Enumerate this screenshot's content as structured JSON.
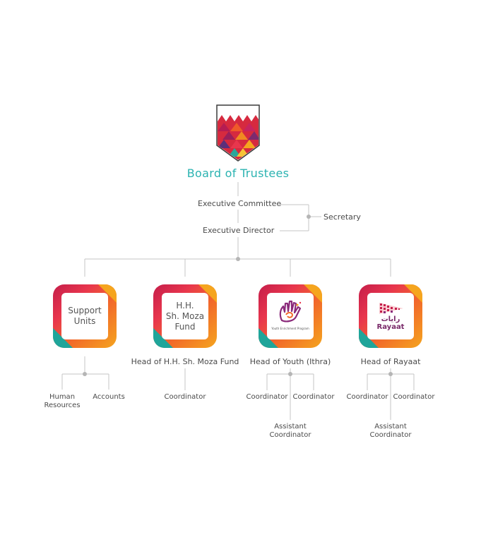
{
  "board": {
    "title": "Board of Trustees"
  },
  "leadership": {
    "executive_committee": "Executive Committee",
    "executive_director": "Executive Director",
    "secretary": "Secretary"
  },
  "units": [
    {
      "card_text": "Support\nUnits"
    },
    {
      "card_text": "H.H.\nSh. Moza\nFund",
      "head": "Head of H.H. Sh. Moza Fund"
    },
    {
      "logo_caption": "Youth Enrichment Program",
      "head": "Head of Youth (Ithra)"
    },
    {
      "logo_text": "Rayaat",
      "logo_arabic": "رايات",
      "head": "Head of Rayaat"
    }
  ],
  "support_units": {
    "human_resources": "Human\nResources",
    "accounts": "Accounts"
  },
  "moza_fund": {
    "coordinator": "Coordinator"
  },
  "ithra": {
    "coordinator_1": "Coordinator",
    "coordinator_2": "Coordinator",
    "assistant": "Assistant\nCoordinator"
  },
  "rayaat": {
    "coordinator_1": "Coordinator",
    "coordinator_2": "Coordinator",
    "assistant": "Assistant\nCoordinator"
  },
  "colors": {
    "title": "#2bb3b1",
    "line": "#bdbdbd",
    "accent_red": "#e8364d",
    "accent_orange": "#f26a2a",
    "accent_teal": "#1fa59a"
  },
  "icons": [
    "crest-logo",
    "hand-logo",
    "rayaat-flag-logo"
  ]
}
